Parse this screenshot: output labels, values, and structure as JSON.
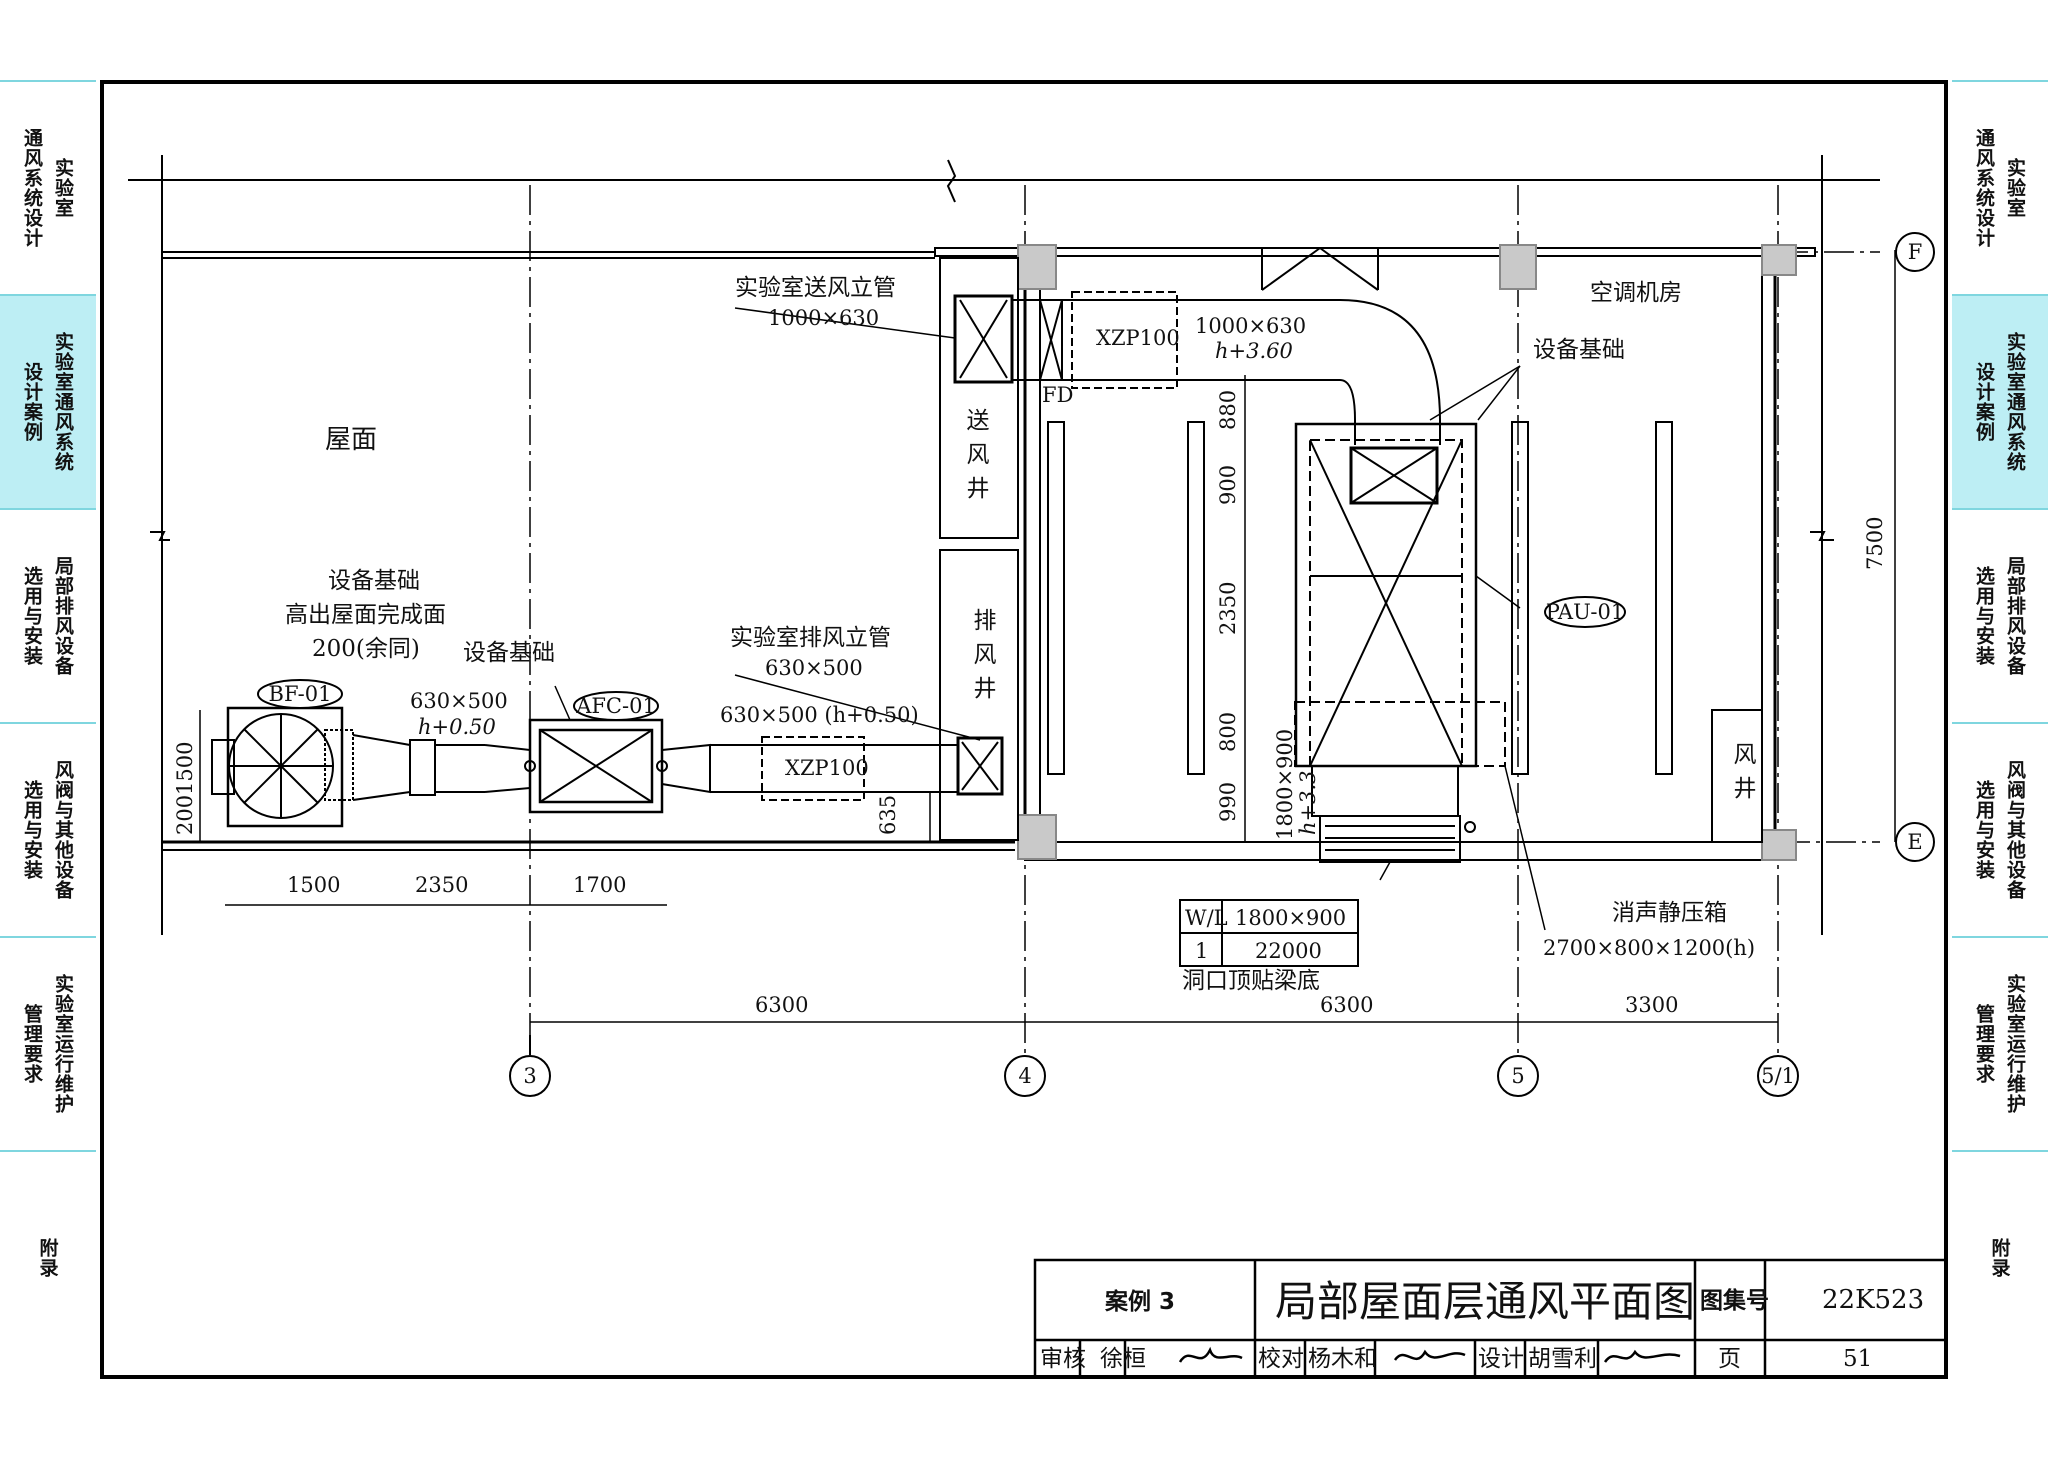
{
  "sidebar_left": [
    {
      "lines": [
        "实验室",
        "通风系统设计"
      ],
      "active": false
    },
    {
      "lines": [
        "实验室通风系统",
        "设计案例"
      ],
      "active": true
    },
    {
      "lines": [
        "局部排风设备",
        "选用与安装"
      ],
      "active": false
    },
    {
      "lines": [
        "风阀与其他设备",
        "选用与安装"
      ],
      "active": false
    },
    {
      "lines": [
        "实验室运行维护",
        "管理要求"
      ],
      "active": false
    },
    {
      "lines": [
        "附录"
      ],
      "active": false
    }
  ],
  "sidebar_right": [
    {
      "lines": [
        "实验室",
        "通风系统设计"
      ],
      "active": false
    },
    {
      "lines": [
        "实验室通风系统",
        "设计案例"
      ],
      "active": true
    },
    {
      "lines": [
        "局部排风设备",
        "选用与安装"
      ],
      "active": false
    },
    {
      "lines": [
        "风阀与其他设备",
        "选用与安装"
      ],
      "active": false
    },
    {
      "lines": [
        "实验室运行维护",
        "管理要求"
      ],
      "active": false
    },
    {
      "lines": [
        "附录"
      ],
      "active": false
    }
  ],
  "drawing": {
    "areas": {
      "roof": "屋面",
      "ac_room": "空调机房"
    },
    "shafts": {
      "supply": [
        "送",
        "风",
        "井"
      ],
      "exhaust": [
        "排",
        "风",
        "井"
      ],
      "shaft": [
        "风",
        "井"
      ]
    },
    "supply_riser": {
      "label": "实验室送风立管",
      "size": "1000×630"
    },
    "exhaust_riser": {
      "label": "实验室排风立管",
      "size": "630×500"
    },
    "duct_top": {
      "size": "1000×630",
      "elev": "h+3.60"
    },
    "duct_left": {
      "size": "630×500",
      "elev": "h+0.50"
    },
    "duct_right": {
      "size": "630×500 (h+0.50)"
    },
    "fd": "FD",
    "silencer_top": "XZP100",
    "silencer_bottom": "XZP100",
    "equip_base_1": "设备基础",
    "equip_base_2": "设备基础",
    "equip_base_3": "设备基础",
    "base_note": [
      "高出屋面完成面",
      "200(余同)"
    ],
    "tags": {
      "bf": "BF-01",
      "afc": "AFC-01",
      "pau": "PAU-01"
    },
    "plenum": {
      "label": "消声静压箱",
      "size": "2700×800×1200(h)"
    },
    "louver": {
      "size": "1800×900",
      "elev": "h+3.3"
    },
    "wl_table": {
      "r1c1": "W/L",
      "r1c2": "1800×900",
      "r2c1": "1",
      "r2c2": "22000"
    },
    "opening_note": "洞口顶贴梁底",
    "dims_bottom": [
      "1500",
      "2350",
      "1700"
    ],
    "dims_left": [
      "200",
      "1500"
    ],
    "dim_635": "635",
    "dims_vert": [
      "880",
      "900",
      "2350",
      "800",
      "990"
    ],
    "dims_axes": [
      "6300",
      "6300",
      "3300"
    ],
    "dim_7500": "7500",
    "axes": [
      "3",
      "4",
      "5",
      "5/1"
    ],
    "axes_right": [
      "F",
      "E"
    ]
  },
  "title_block": {
    "case": "案例 3",
    "title": "局部屋面层通风平面图",
    "atlas_label": "图集号",
    "atlas_no": "22K523",
    "review_label": "审核",
    "reviewer": "徐桓",
    "check_label": "校对",
    "checker": "杨木和",
    "design_label": "设计",
    "designer": "胡雪利",
    "page_label": "页",
    "page_no": "51"
  }
}
